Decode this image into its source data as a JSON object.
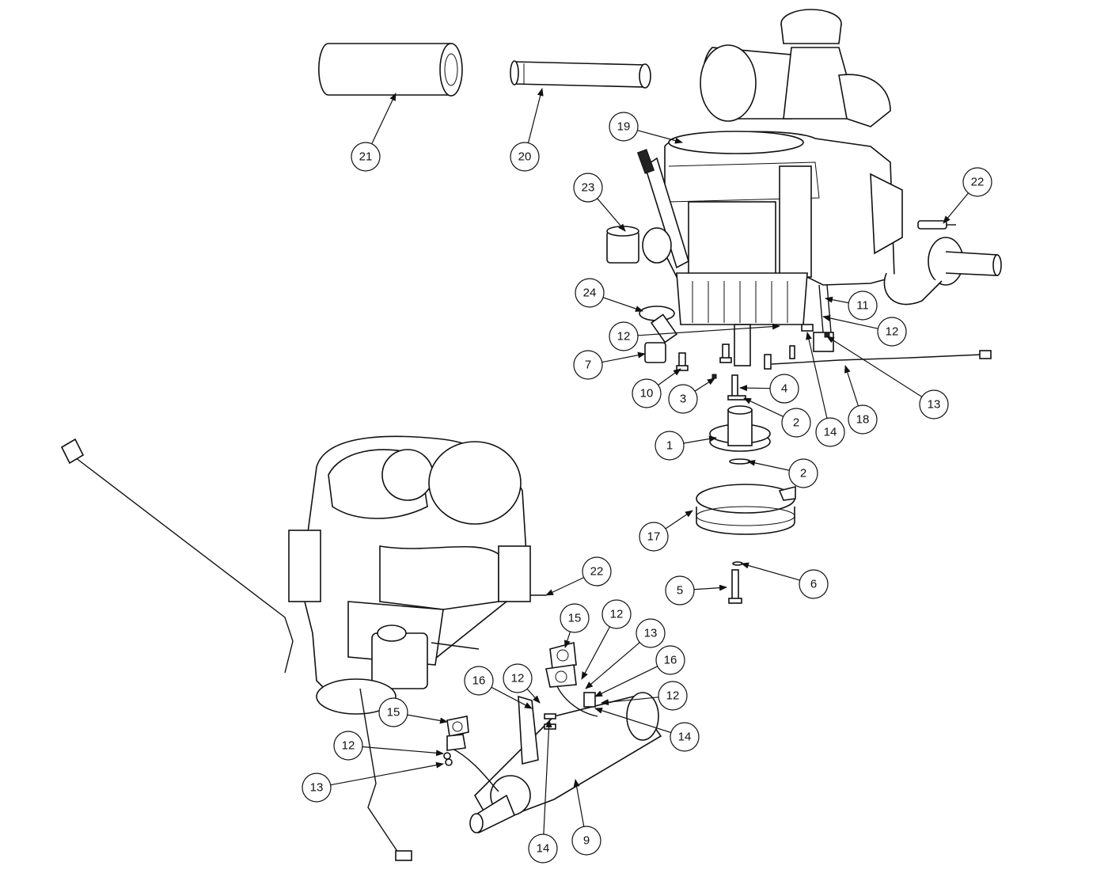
{
  "diagram": {
    "title": "",
    "callouts": [
      "21",
      "20",
      "19",
      "23",
      "22",
      "24",
      "11",
      "12",
      "12",
      "7",
      "10",
      "3",
      "4",
      "2",
      "14",
      "18",
      "13",
      "1",
      "2",
      "17",
      "6",
      "5",
      "22",
      "15",
      "12",
      "13",
      "16",
      "12",
      "14",
      "16",
      "12",
      "15",
      "12",
      "13",
      "14",
      "9"
    ]
  },
  "colors": {
    "line": "#111111",
    "background": "#ffffff"
  }
}
